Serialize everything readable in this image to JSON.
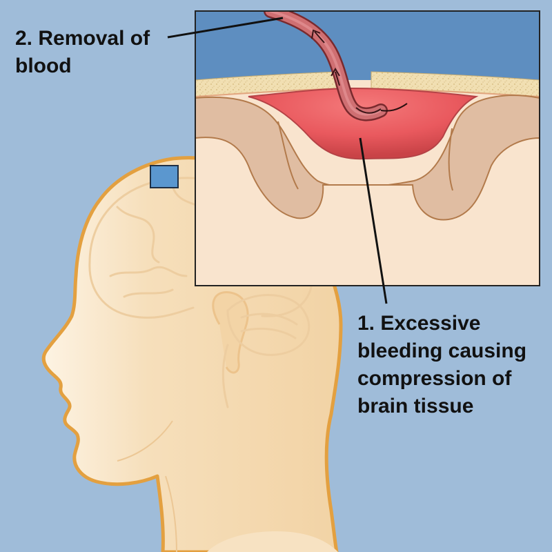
{
  "labels": {
    "removal": {
      "line1": "2. Removal of",
      "line2": "blood"
    },
    "bleeding": {
      "line1": "1. Excessive",
      "line2": "bleeding causing",
      "line3": "compression of",
      "line4": "brain tissue"
    }
  },
  "colors": {
    "background": "#9fbcd9",
    "skin_outline": "#e3a040",
    "skin_fill": "#f3d8ad",
    "hematoma": "#e4555a",
    "brain_outer": "#e0bda2",
    "brain_inner": "#f8e3cd",
    "skull_bone": "#ecd8a8",
    "inset_sky": "#5e8ec0",
    "marker_box": "#5b97cf",
    "tube": "#c96b6b",
    "leader_line": "#111111"
  },
  "icons": {
    "marker": "location-marker-square",
    "tube": "drainage-catheter"
  }
}
